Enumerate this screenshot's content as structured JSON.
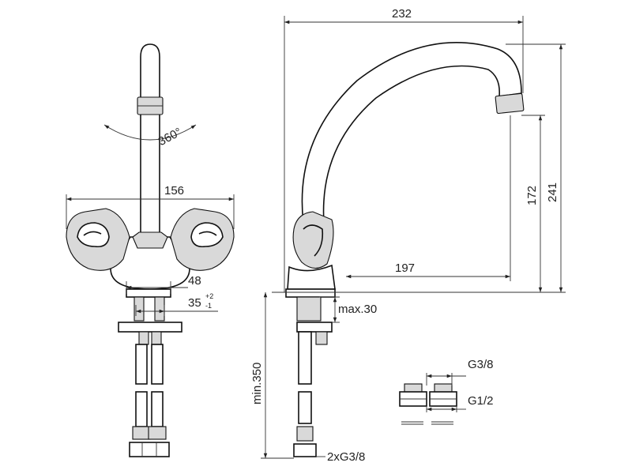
{
  "dimensions": {
    "total_width": "232",
    "reach": "197",
    "height_total": "241",
    "height_outlet": "172",
    "handle_span": "156",
    "base_width": "48",
    "hole_diameter": "35",
    "hole_tol_plus": "+2",
    "hole_tol_minus": "-1",
    "rotation": "360°",
    "max_thickness": "max.30",
    "min_hose_length": "min.350",
    "connection": "2xG3/8",
    "adapter_top": "G3/8",
    "adapter_bottom": "G1/2"
  },
  "colors": {
    "line": "#111111",
    "fill_shade": "#d9d9d9"
  }
}
